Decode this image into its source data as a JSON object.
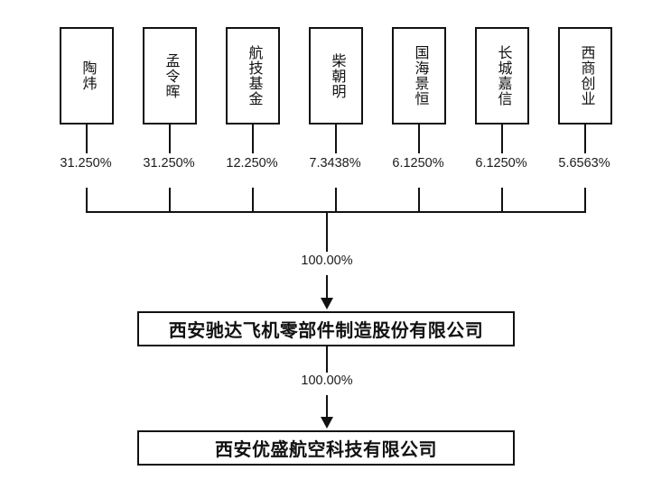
{
  "diagram": {
    "type": "ownership-structure-chart",
    "shareholders": [
      {
        "name": "陶炜",
        "percent": "31.250%"
      },
      {
        "name": "孟令晖",
        "percent": "31.250%"
      },
      {
        "name": "航技基金",
        "percent": "12.250%"
      },
      {
        "name": "柴朝明",
        "percent": "7.3438%"
      },
      {
        "name": "国海景恒",
        "percent": "6.1250%"
      },
      {
        "name": "长城嘉信",
        "percent": "6.1250%"
      },
      {
        "name": "西商创业",
        "percent": "5.6563%"
      }
    ],
    "aggregate_percent": "100.00%",
    "subsidiary_percent": "100.00%",
    "parent_company": "西安驰达飞机零部件制造股份有限公司",
    "subsidiary_company": "西安优盛航空科技有限公司",
    "colors": {
      "line": "#111111",
      "background": "#ffffff",
      "text": "#111111"
    }
  }
}
